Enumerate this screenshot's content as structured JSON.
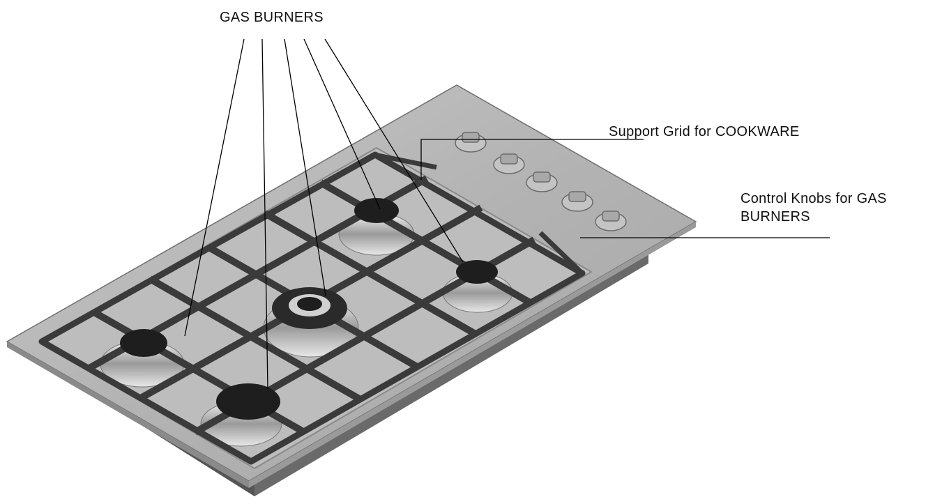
{
  "labels": {
    "gas_burners": "GAS  BURNERS",
    "support_grid": "Support Grid for COOKWARE",
    "control_knobs_line1": "Control Knobs for GAS",
    "control_knobs_line2": "BURNERS"
  },
  "colors": {
    "steel_top": "#b9b9b9",
    "steel_edge": "#7a7a7a",
    "base_box": "#5c5c5c",
    "grid": "#3a3a3a",
    "burner_cap": "#1e1e1e",
    "burner_ring": "#d8d8d8",
    "leader_line": "#000000"
  },
  "components": {
    "burners": 5,
    "control_knobs": 5
  }
}
